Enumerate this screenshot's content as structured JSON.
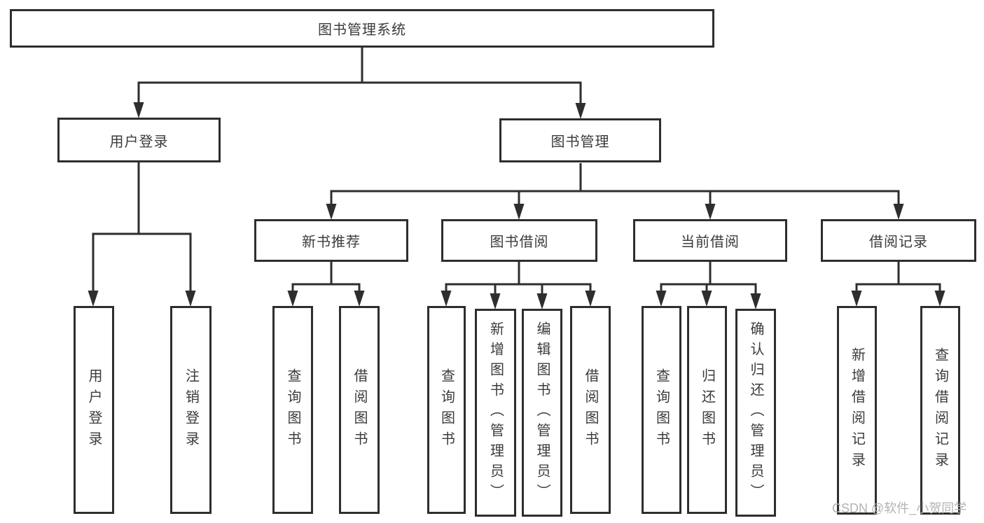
{
  "diagram_title": "图书管理系统",
  "root_label": "图书管理系统",
  "level2": [
    {
      "label": "用户登录"
    },
    {
      "label": "图书管理"
    }
  ],
  "level3": [
    {
      "label": "新书推荐",
      "parent": "图书管理"
    },
    {
      "label": "图书借阅",
      "parent": "图书管理"
    },
    {
      "label": "当前借阅",
      "parent": "图书管理"
    },
    {
      "label": "借阅记录",
      "parent": "图书管理"
    }
  ],
  "leaves": [
    {
      "label": "用户登录",
      "parent": "用户登录"
    },
    {
      "label": "注销登录",
      "parent": "用户登录"
    },
    {
      "label": "查询图书",
      "parent": "新书推荐"
    },
    {
      "label": "借阅图书",
      "parent": "新书推荐"
    },
    {
      "label": "查询图书",
      "parent": "图书借阅"
    },
    {
      "label": "新增图书（管理员）",
      "parent": "图书借阅"
    },
    {
      "label": "编辑图书（管理员）",
      "parent": "图书借阅"
    },
    {
      "label": "借阅图书",
      "parent": "图书借阅"
    },
    {
      "label": "查询图书",
      "parent": "当前借阅"
    },
    {
      "label": "归还图书",
      "parent": "当前借阅"
    },
    {
      "label": "确认归还（管理员）",
      "parent": "当前借阅"
    },
    {
      "label": "新增借阅记录",
      "parent": "借阅记录"
    },
    {
      "label": "查询借阅记录",
      "parent": "借阅记录"
    }
  ],
  "watermark": "CSDN @软件_小贺同学",
  "colors": {
    "line": "#2e2e2e",
    "text": "#3b3b3b",
    "watermark": "#b3b3b3",
    "background": "#ffffff"
  }
}
